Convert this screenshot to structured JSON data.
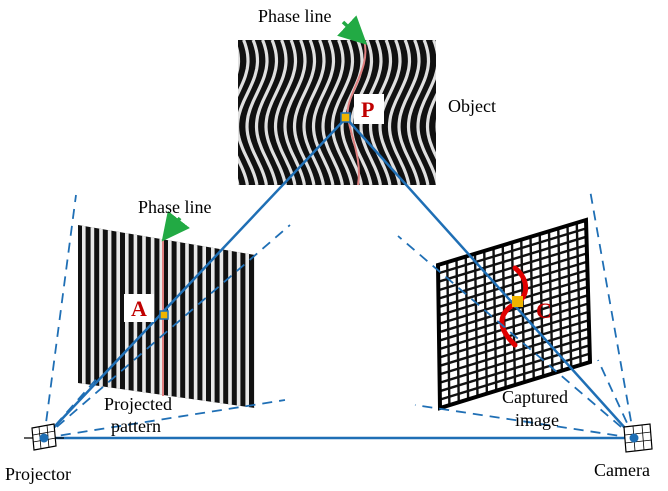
{
  "labels": {
    "phase_line_top": "Phase line",
    "phase_line_left": "Phase line",
    "object": "Object",
    "point_p": "P",
    "point_a": "A",
    "point_c": "C",
    "projected_pattern_line1": "Projected",
    "projected_pattern_line2": "pattern",
    "captured_image_line1": "Captured",
    "captured_image_line2": "image",
    "projector": "Projector",
    "camera": "Camera"
  },
  "colors": {
    "ray": "#1f6fb5",
    "arrow": "#22aa44",
    "phase_line": "#e08080",
    "highlight": "#e00000",
    "marker": "#f0b400",
    "label_red": "#c00000"
  }
}
